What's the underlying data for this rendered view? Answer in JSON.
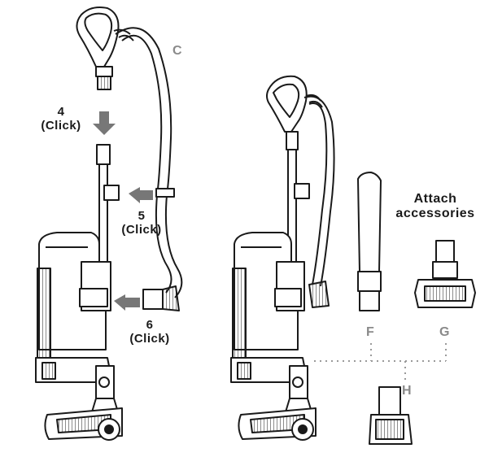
{
  "labels": {
    "step4_num": "4",
    "step4_action": "(Click)",
    "step5_num": "5",
    "step5_action": "(Click)",
    "step6_num": "6",
    "step6_action": "(Click)",
    "hose_letter": "C",
    "crevice_letter": "F",
    "brush_letter": "G",
    "turbo_letter": "H",
    "attach_line1": "Attach",
    "attach_line2": "accessories"
  },
  "colors": {
    "line": "#1a1a1a",
    "arrow": "#777777",
    "letter": "#8a8a8a",
    "dotted": "#9a9a9a"
  }
}
